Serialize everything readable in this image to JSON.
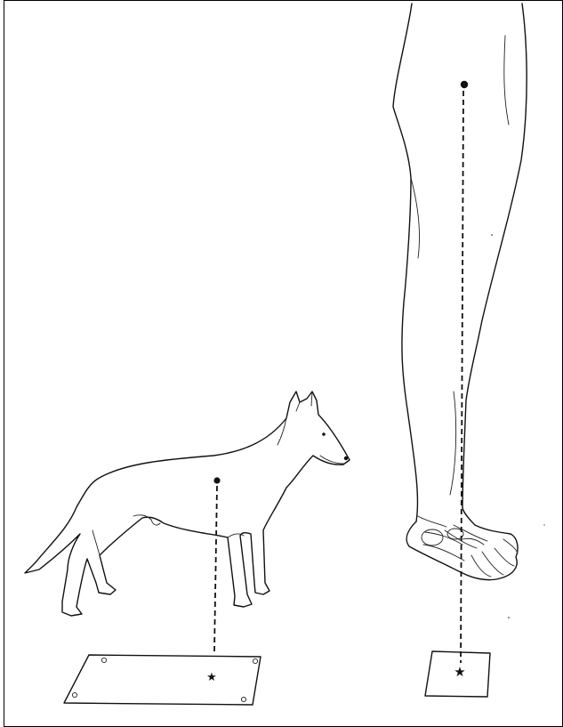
{
  "figure": {
    "panels": [
      {
        "subject": "dog",
        "marker_top": "center-of-gravity-dot",
        "marker_bottom": "star"
      },
      {
        "subject": "human-leg",
        "marker_top": "center-of-gravity-dot",
        "marker_bottom": "star"
      }
    ],
    "style": {
      "ink": "#111111",
      "background": "#ffffff"
    }
  }
}
